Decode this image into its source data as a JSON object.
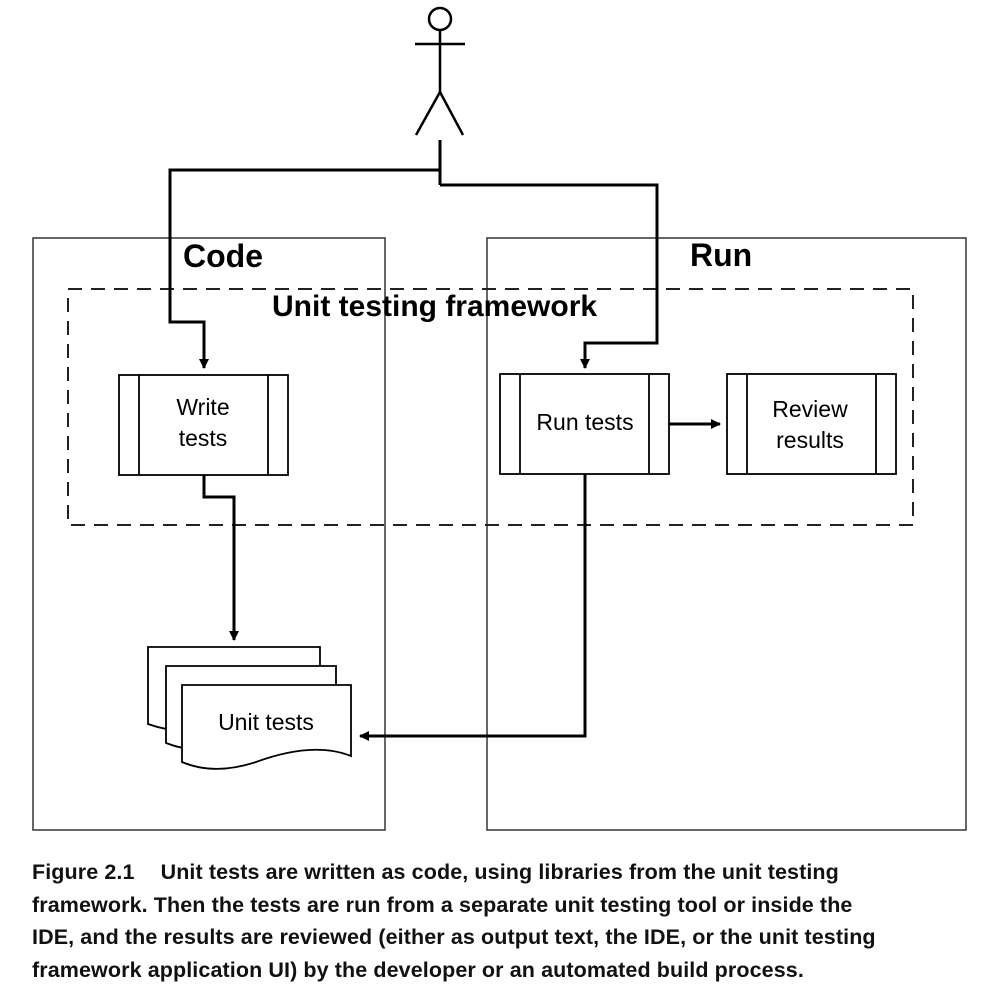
{
  "diagram": {
    "actor": {
      "icon": "stick-figure-icon"
    },
    "sections": {
      "code": {
        "title": "Code"
      },
      "run": {
        "title": "Run"
      }
    },
    "framework": {
      "title": "Unit testing framework"
    },
    "processes": {
      "write_tests": {
        "lines": [
          "Write",
          "tests"
        ]
      },
      "run_tests": {
        "lines": [
          "Run tests"
        ]
      },
      "review_results": {
        "lines": [
          "Review",
          "results"
        ]
      }
    },
    "document": {
      "label": "Unit tests"
    }
  },
  "caption": {
    "figure_label": "Figure 2.1",
    "line1": "Unit tests are written as code, using libraries from the unit testing",
    "line2": "framework. Then the tests are run from a separate unit testing tool or inside the",
    "line3": "IDE, and the results are reviewed (either as output text, the IDE, or the unit testing",
    "line4": "framework application UI) by the developer or an automated build process."
  }
}
